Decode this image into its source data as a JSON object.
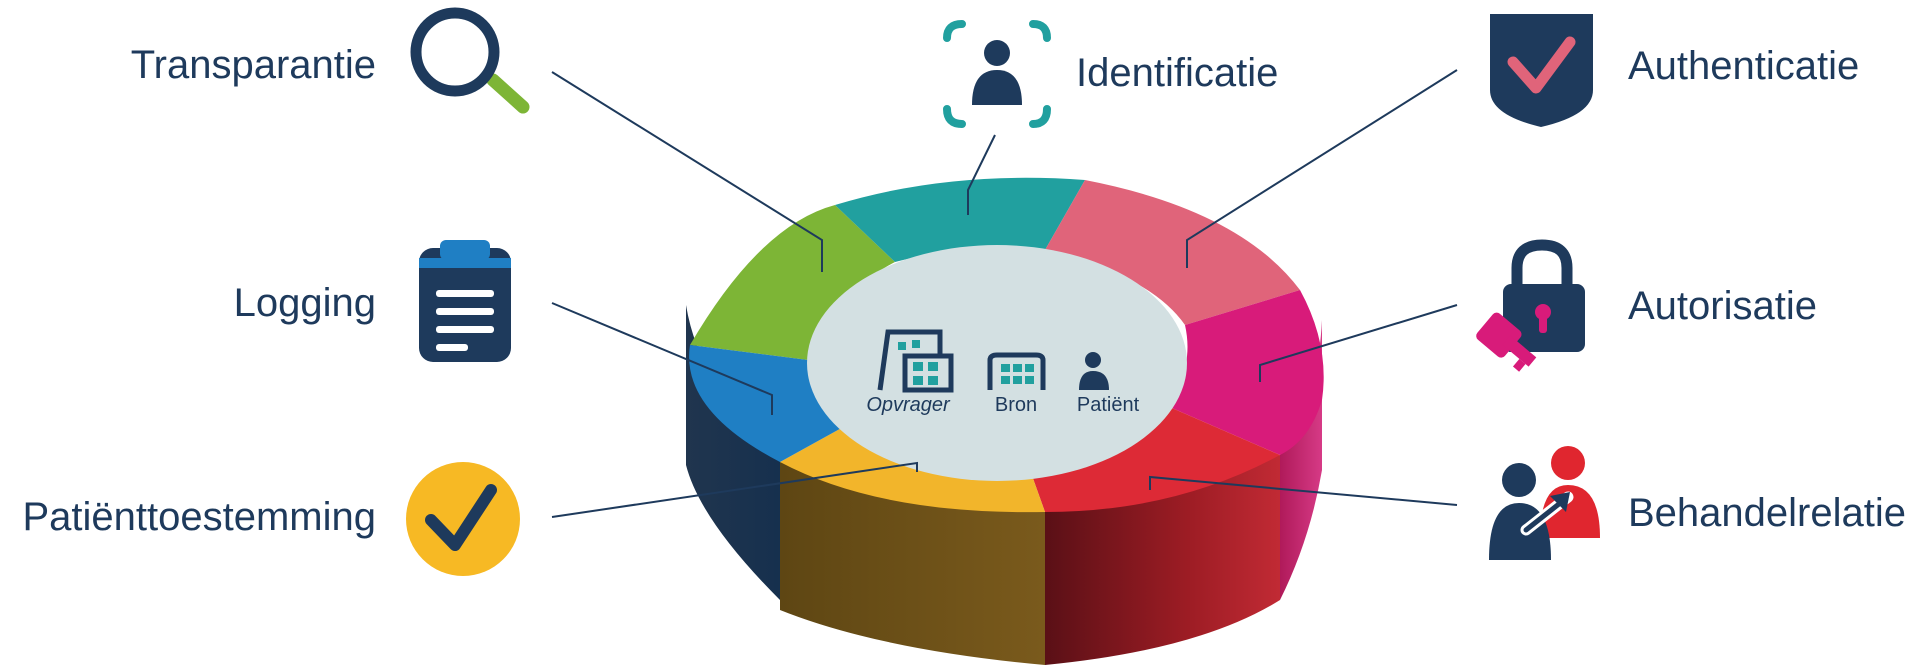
{
  "labels": {
    "transparantie": "Transparantie",
    "identificatie": "Identificatie",
    "authenticatie": "Authenticatie",
    "logging": "Logging",
    "autorisatie": "Autorisatie",
    "patienttoestemming": "Patiënttoestemming",
    "behandelrelatie": "Behandelrelatie"
  },
  "center": {
    "opvrager": "Opvrager",
    "bron": "Bron",
    "patient": "Patiënt"
  },
  "colors": {
    "navy": "#1e3a5c",
    "teal": "#21a09f",
    "pink": "#e0647a",
    "magenta": "#d81b7a",
    "red": "#dd2a36",
    "yellow": "#f2b52b",
    "blue": "#1f7fc4",
    "green": "#7db536",
    "center": "#d3e0e2"
  },
  "icons": {
    "transparantie": "magnifier-icon",
    "identificatie": "person-scan-icon",
    "authenticatie": "shield-check-icon",
    "logging": "clipboard-icon",
    "autorisatie": "padlock-key-icon",
    "patienttoestemming": "checkmark-circle-icon",
    "behandelrelatie": "two-people-link-icon"
  }
}
